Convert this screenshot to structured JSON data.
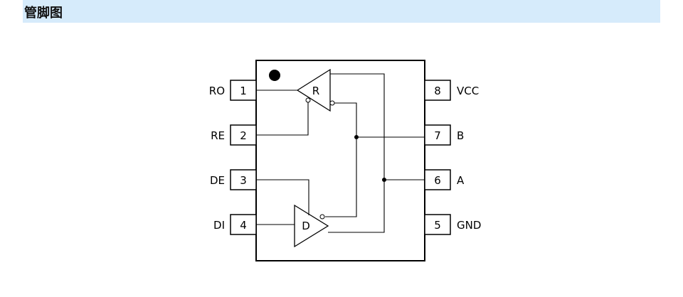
{
  "header": {
    "title": "管脚图"
  },
  "chip": {
    "left_pins": [
      {
        "number": "1",
        "label": "RO"
      },
      {
        "number": "2",
        "label": "RE"
      },
      {
        "number": "3",
        "label": "DE"
      },
      {
        "number": "4",
        "label": "DI"
      }
    ],
    "right_pins": [
      {
        "number": "8",
        "label": "VCC"
      },
      {
        "number": "7",
        "label": "B"
      },
      {
        "number": "6",
        "label": "A"
      },
      {
        "number": "5",
        "label": "GND"
      }
    ],
    "receiver_label": "R",
    "driver_label": "D"
  }
}
